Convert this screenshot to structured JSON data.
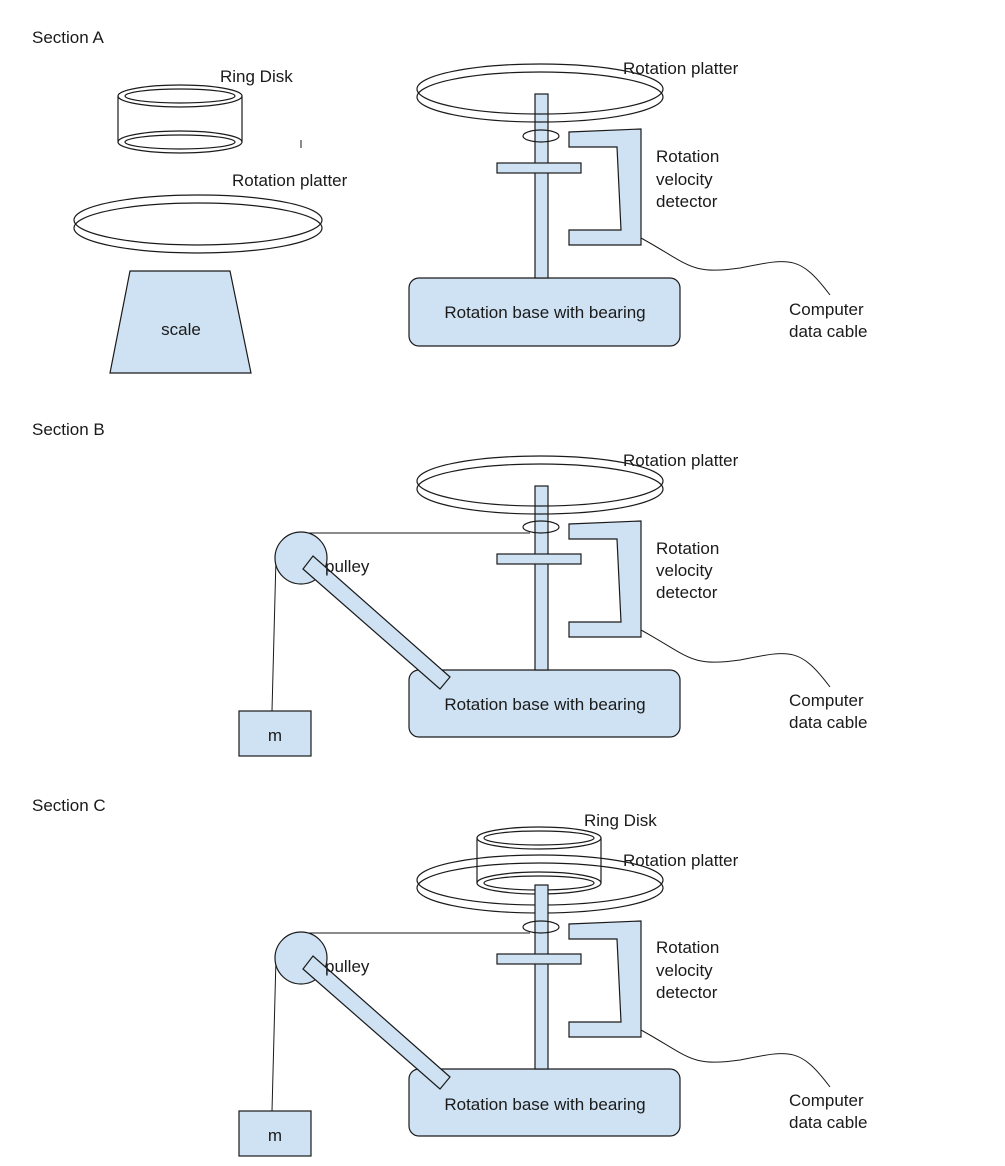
{
  "sections": [
    {
      "label": "Section A",
      "ring_disk": "Ring Disk",
      "platter_left": "Rotation platter",
      "scale": "scale",
      "platter": "Rotation platter",
      "detector": [
        "Rotation",
        "velocity",
        "detector"
      ],
      "base": "Rotation base with bearing",
      "cable": [
        "Computer",
        "data cable"
      ]
    },
    {
      "label": "Section B",
      "platter": "Rotation platter",
      "pulley": "pulley",
      "mass": "m",
      "detector": [
        "Rotation",
        "velocity",
        "detector"
      ],
      "base": "Rotation base with bearing",
      "cable": [
        "Computer",
        "data cable"
      ]
    },
    {
      "label": "Section C",
      "ring_disk": "Ring Disk",
      "platter": "Rotation platter",
      "pulley": "pulley",
      "mass": "m",
      "detector": [
        "Rotation",
        "velocity",
        "detector"
      ],
      "base": "Rotation base with bearing",
      "cable": [
        "Computer",
        "data cable"
      ]
    }
  ],
  "colors": {
    "component_fill": "#cfe2f3",
    "outline": "#1a1a1a",
    "background": "#ffffff"
  }
}
